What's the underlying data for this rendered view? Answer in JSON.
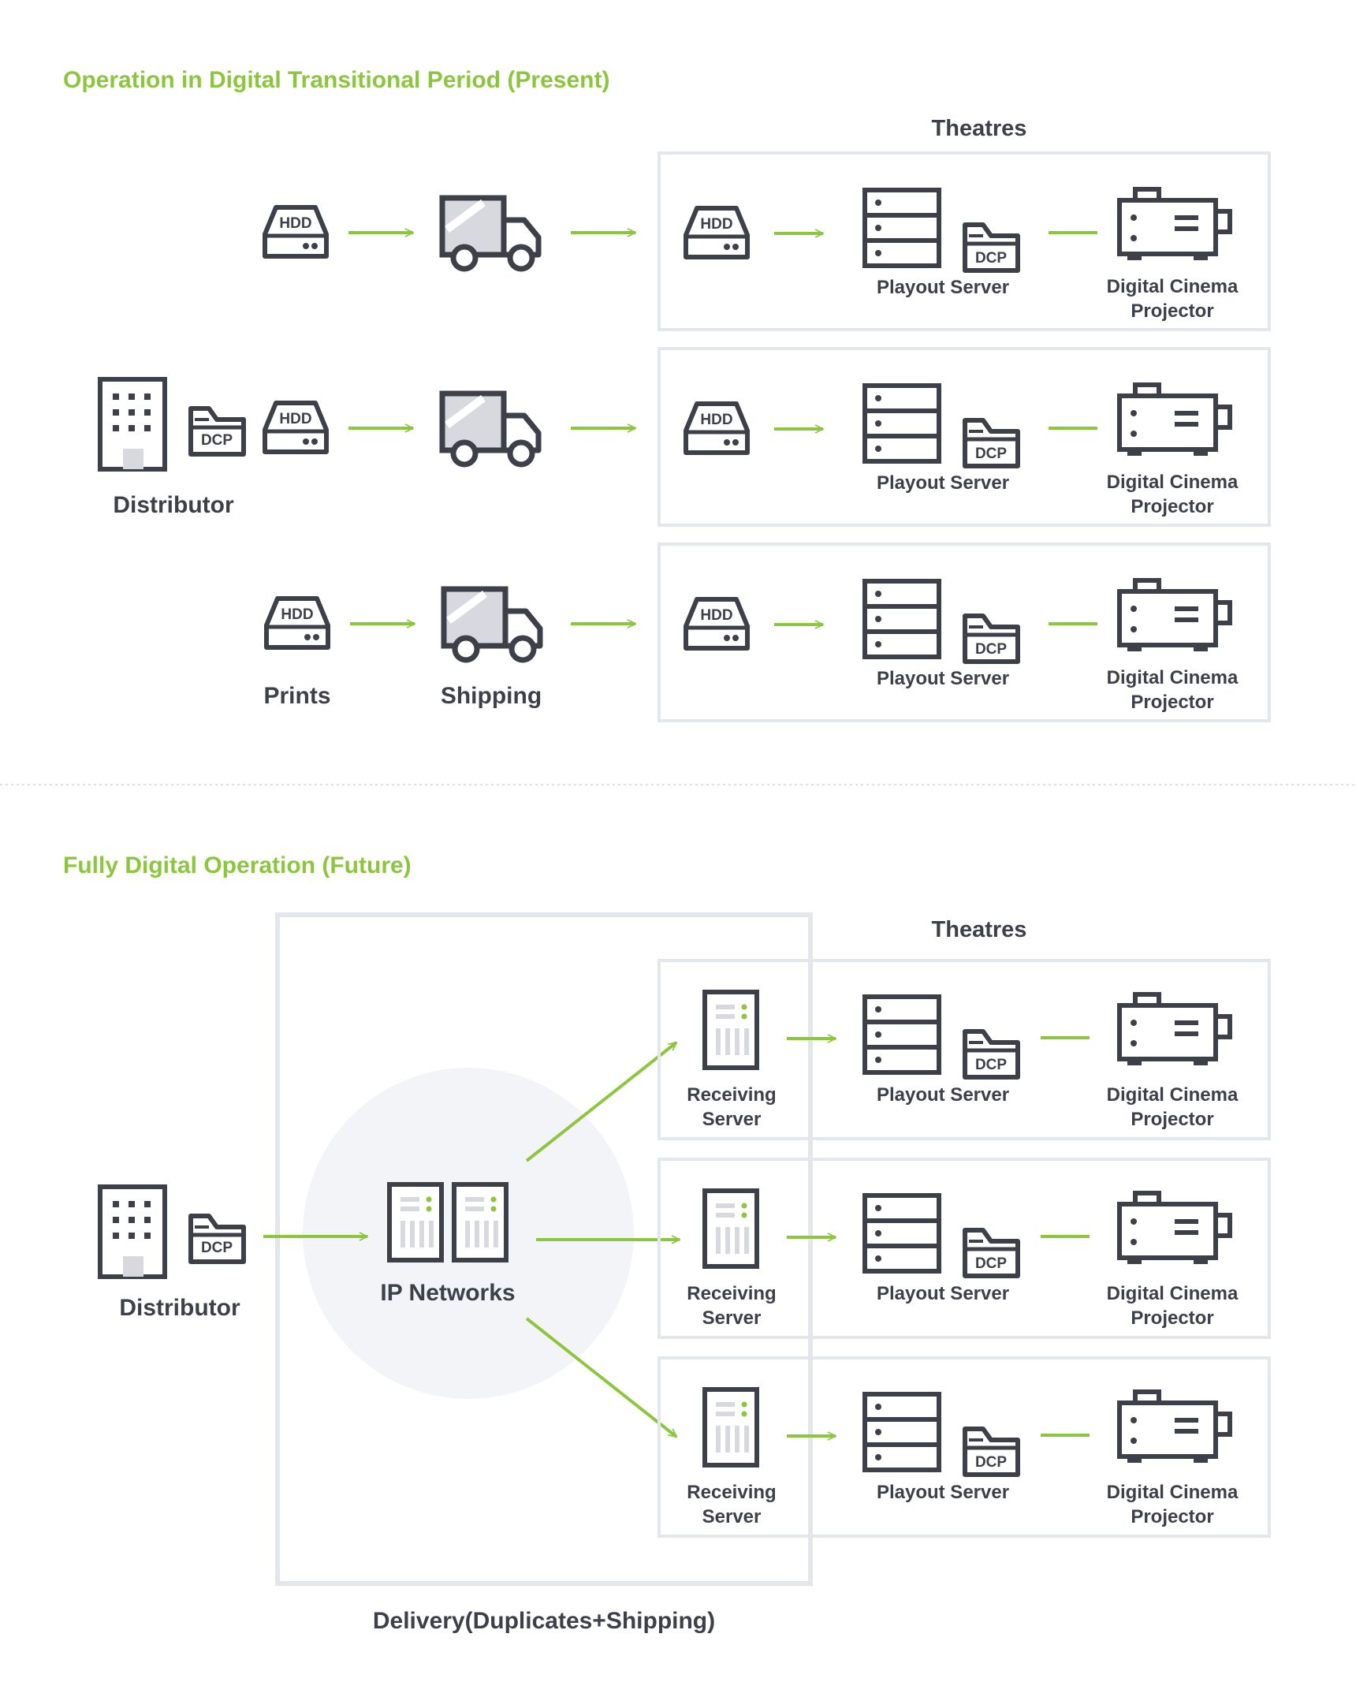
{
  "present": {
    "title": "Operation in Digital Transitional Period (Present)",
    "theatres_heading": "Theatres",
    "distributor_label": "Distributor",
    "prints_label": "Prints",
    "shipping_label": "Shipping"
  },
  "future": {
    "title": "Fully Digital Operation (Future)",
    "theatres_heading": "Theatres",
    "distributor_label": "Distributor",
    "network_label": "IP Networks",
    "delivery_label": "Delivery(Duplicates+Shipping)"
  },
  "icons": {
    "hdd": "HDD",
    "dcp": "DCP"
  },
  "theatre": {
    "playout_server": "Playout Server",
    "projector_line1": "Digital Cinema",
    "projector_line2": "Projector",
    "receiving_line1": "Receiving",
    "receiving_line2": "Server"
  },
  "colors": {
    "accent": "#8cc63f",
    "ink": "#3d4049",
    "box_border": "#e3e6ea",
    "network_circle": "#f3f4f7"
  }
}
